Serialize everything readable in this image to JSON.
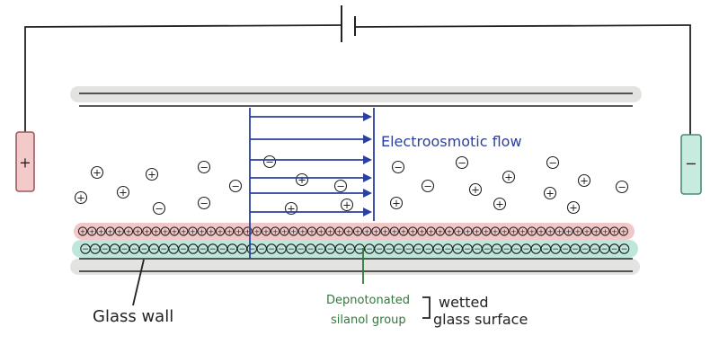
{
  "labels": {
    "flow": "Electroosmotic flow",
    "glass_wall": "Glass wall",
    "deprotonated_line1": "Depnotonated",
    "deprotonated_line2": "silanol group",
    "wetted_line1": "wetted",
    "wetted_line2": "glass surface"
  },
  "electrodes": {
    "left_sign": "+",
    "right_sign": "−"
  },
  "ions": {
    "positive_symbol": "+",
    "negative_symbol": "−"
  },
  "colors": {
    "ink": "#222222",
    "flow_blue": "#2a3fa0",
    "green_label": "#2f7a3a",
    "wall_gray": "#e3e3e1",
    "positive_band": "#f2c7c7",
    "negative_band": "#bfe6da",
    "anode_fill": "#f4c9c9",
    "anode_stroke": "#9b5a5a",
    "cathode_fill": "#c8ebe0",
    "cathode_stroke": "#4d8a78"
  }
}
